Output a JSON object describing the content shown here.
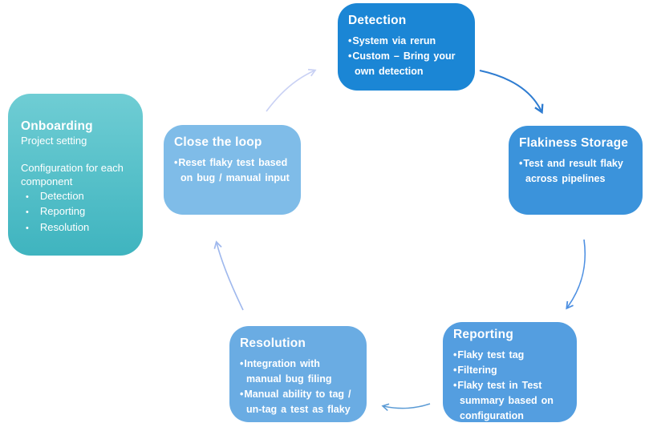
{
  "theme": {
    "detection_bg": "#1B86D5",
    "storage_bg": "#3B93DB",
    "reporting_bg": "#549EE0",
    "resolution_bg": "#6AACE3",
    "closeloop_bg": "#7FBCE8",
    "onboarding_top": "#6FCDD4",
    "onboarding_bottom": "#3FB4BF",
    "arrow1": "#2E7CD1",
    "arrow2": "#4E90E2",
    "arrow3": "#5B9BD5",
    "arrow4": "#9FB8ED",
    "arrow5": "#C9D1F4",
    "text": "#FFFFFF"
  },
  "nodes": {
    "detection": {
      "title": "Detection",
      "bullets": [
        "System via rerun",
        "Custom – Bring your own detection"
      ]
    },
    "storage": {
      "title": "Flakiness Storage",
      "bullets": [
        "Test and result flaky across pipelines"
      ]
    },
    "reporting": {
      "title": "Reporting",
      "bullets": [
        "Flaky test tag",
        "Filtering",
        "Flaky test in Test summary based on configuration"
      ]
    },
    "resolution": {
      "title": "Resolution",
      "bullets": [
        "Integration with manual bug filing",
        "Manual ability to tag / un-tag a test as flaky"
      ]
    },
    "closeloop": {
      "title": "Close the loop",
      "bullets": [
        "Reset flaky test based on bug / manual input"
      ]
    },
    "onboarding": {
      "title": "Onboarding",
      "subtitle": "Project setting",
      "description_line1": "Configuration for each",
      "description_line2": "component",
      "items": [
        "Detection",
        "Reporting",
        "Resolution"
      ]
    }
  },
  "arrows": {
    "detection_to_storage": "detection-to-storage-arrow",
    "storage_to_reporting": "storage-to-reporting-arrow",
    "reporting_to_resolution": "reporting-to-resolution-arrow",
    "resolution_to_closeloop": "resolution-to-closeloop-arrow",
    "closeloop_to_detection": "closeloop-to-detection-arrow"
  }
}
